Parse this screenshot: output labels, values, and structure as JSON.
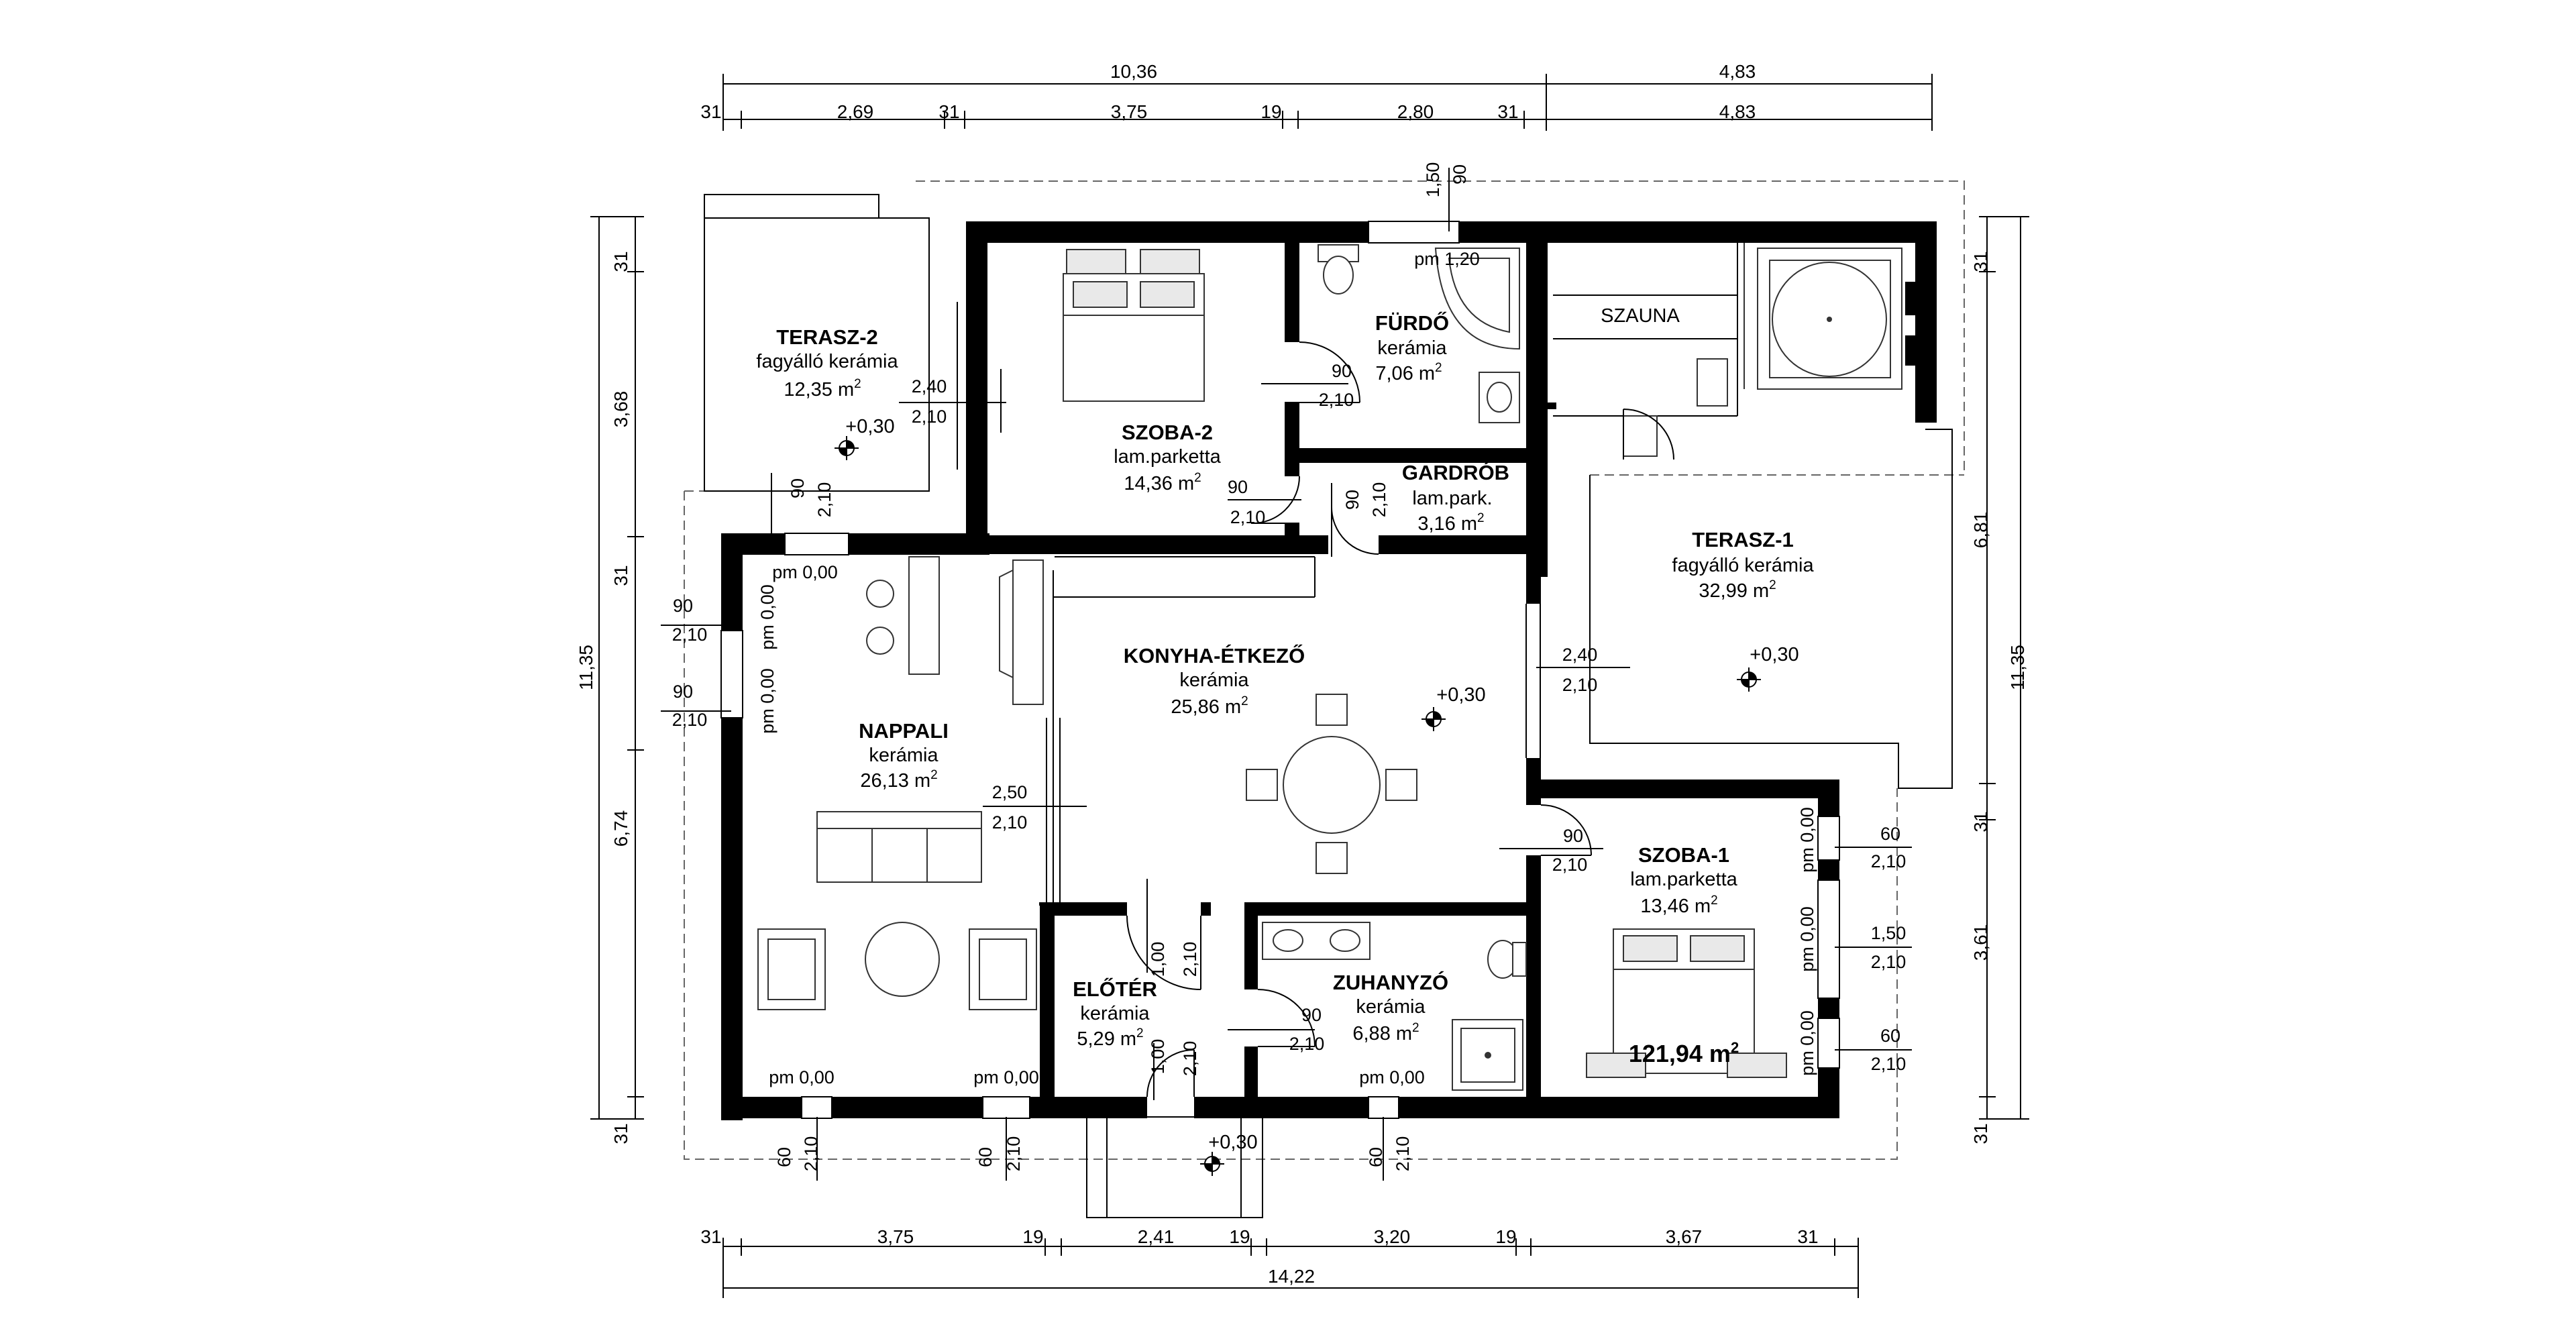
{
  "dimensions": {
    "top_overall": [
      "10,36",
      "4,83"
    ],
    "top_detail": [
      "31",
      "2,69",
      "31",
      "3,75",
      "19",
      "2,80",
      "31",
      "4,83"
    ],
    "bottom_detail": [
      "31",
      "3,75",
      "19",
      "2,41",
      "19",
      "3,20",
      "19",
      "3,67",
      "31"
    ],
    "bottom_overall": "14,22",
    "left_detail": [
      "31",
      "3,68",
      "31",
      "6,74",
      "31"
    ],
    "left_overall": "11,35",
    "right_detail": [
      "31",
      "6,81",
      "31",
      "3,61",
      "31"
    ],
    "right_overall": "11,35"
  },
  "rooms": {
    "terasz2": {
      "name": "TERASZ-2",
      "floor": "fagyálló kerámia",
      "area": "12,35 m"
    },
    "szoba2": {
      "name": "SZOBA-2",
      "floor": "lam.parketta",
      "area": "14,36 m"
    },
    "furdo": {
      "name": "FÜRDŐ",
      "floor": "kerámia",
      "area": "7,06 m"
    },
    "gardrob": {
      "name": "GARDRÓB",
      "floor": "lam.park.",
      "area": "3,16 m"
    },
    "szauna": {
      "name": "SZAUNA"
    },
    "terasz1": {
      "name": "TERASZ-1",
      "floor": "fagyálló kerámia",
      "area": "32,99 m"
    },
    "nappali": {
      "name": "NAPPALI",
      "floor": "kerámia",
      "area": "26,13 m"
    },
    "konyha": {
      "name": "KONYHA-ÉTKEZŐ",
      "floor": "kerámia",
      "area": "25,86 m"
    },
    "szoba1": {
      "name": "SZOBA-1",
      "floor": "lam.parketta",
      "area": "13,46 m"
    },
    "eloter": {
      "name": "ELŐTÉR",
      "floor": "kerámia",
      "area": "5,29 m"
    },
    "zuhanyzo": {
      "name": "ZUHANYZÓ",
      "floor": "kerámia",
      "area": "6,88 m"
    }
  },
  "area_unit_sup": "2",
  "total_area": "121,94 m",
  "levels": {
    "terasz2": "+0,30",
    "konyha": "+0,30",
    "terasz1": "+0,30",
    "entrance": "+0,30"
  },
  "openings": {
    "furdo_top_window": [
      "1,50",
      "90"
    ],
    "furdo_window_pm": "pm 1,20",
    "szoba2_terasz2_door": [
      "2,40",
      "2,10"
    ],
    "szoba2_furdo_door": [
      "90",
      "2,10"
    ],
    "szoba2_gardrob_door": [
      "90",
      "2,10"
    ],
    "gardrob_door": [
      "90",
      "2,10"
    ],
    "terasz2_window": [
      "90",
      "2,10"
    ],
    "nappali_top_window_pm": "pm 0,00",
    "nappali_left_window1": [
      "90",
      "2,10"
    ],
    "nappali_left_window2": [
      "90",
      "2,10"
    ],
    "nappali_left_pm1": "pm 0,00",
    "nappali_left_pm2": "pm 0,00",
    "nappali_konyha_opening": [
      "2,50",
      "2,10"
    ],
    "konyha_terasz1_door": [
      "2,40",
      "2,10"
    ],
    "konyha_szoba1_door": [
      "90",
      "2,10"
    ],
    "eloter_konyha_door": [
      "1,00",
      "2,10"
    ],
    "eloter_entrance_door": [
      "1,00",
      "2,10"
    ],
    "zuhanyzo_door": [
      "90",
      "2,10"
    ],
    "szoba1_right_win1": [
      "60",
      "2,10"
    ],
    "szoba1_right_win2": [
      "1,50",
      "2,10"
    ],
    "szoba1_right_win3": [
      "60",
      "2,10"
    ],
    "szoba1_pm1": "pm 0,00",
    "szoba1_pm2": "pm 0,00",
    "szoba1_pm3": "pm 0,00",
    "bottom_pm1": "pm 0,00",
    "bottom_pm2": "pm 0,00",
    "bottom_pm3": "pm 0,00",
    "bottom_win1": [
      "60",
      "2,10"
    ],
    "bottom_win2": [
      "60",
      "2,10"
    ],
    "bottom_win3": [
      "60",
      "2,10"
    ]
  }
}
